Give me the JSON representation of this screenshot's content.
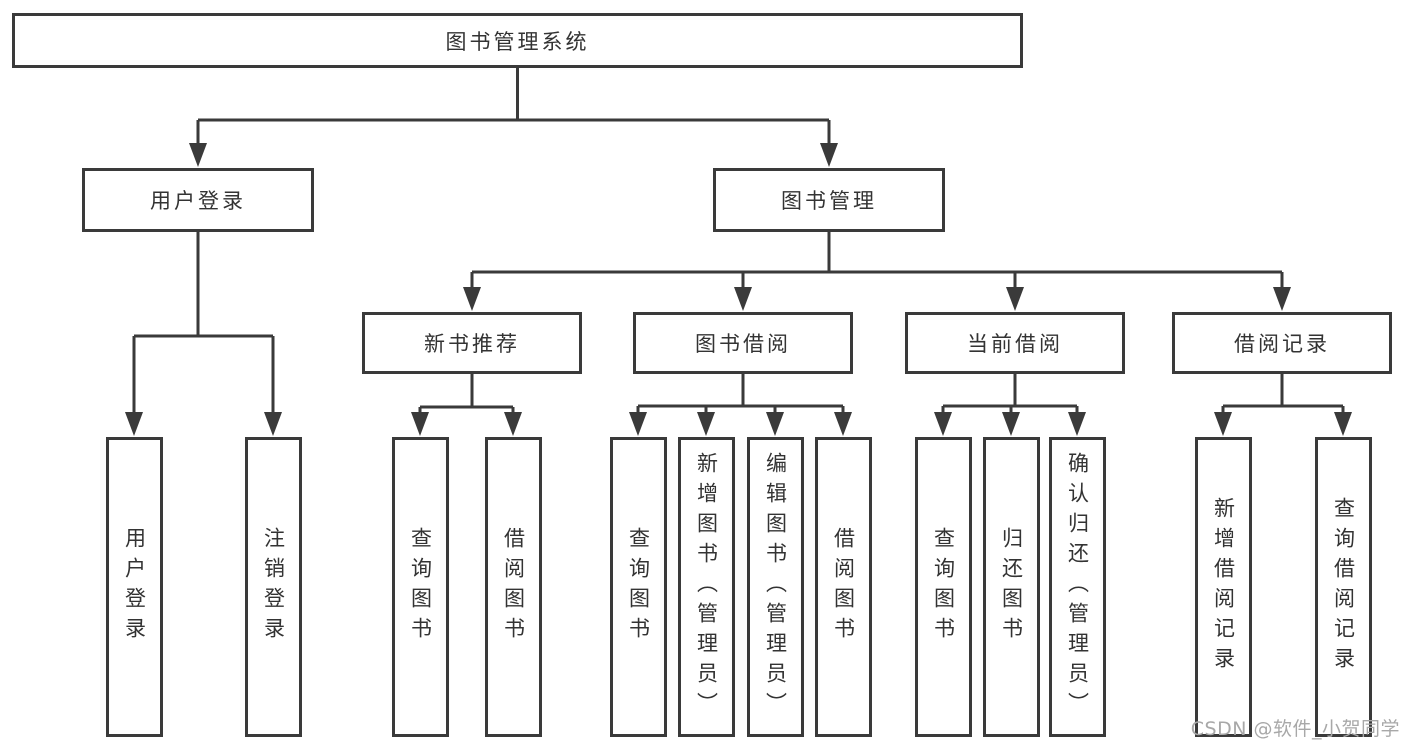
{
  "tree": {
    "root": {
      "label": "图书管理系统"
    },
    "level2": {
      "user_login": {
        "label": "用户登录"
      },
      "book_management": {
        "label": "图书管理"
      }
    },
    "level3": {
      "new_book_recommend": {
        "label": "新书推荐"
      },
      "book_borrow": {
        "label": "图书借阅"
      },
      "current_borrow": {
        "label": "当前借阅"
      },
      "borrow_records": {
        "label": "借阅记录"
      }
    },
    "leaves": {
      "user_login_children": [
        "用户登录",
        "注销登录"
      ],
      "new_book_recommend_children": [
        "查询图书",
        "借阅图书"
      ],
      "book_borrow_children": [
        "查询图书",
        "新增图书（管理员）",
        "编辑图书（管理员）",
        "借阅图书"
      ],
      "current_borrow_children": [
        "查询图书",
        "归还图书",
        "确认归还（管理员）"
      ],
      "borrow_records_children": [
        "新增借阅记录",
        "查询借阅记录"
      ]
    }
  },
  "watermark": {
    "text": "CSDN @软件_小贺同学"
  },
  "colors": {
    "line": "#3a3a3a",
    "box_border": "#3a3a3a",
    "text": "#333333",
    "background": "#ffffff",
    "watermark": "#a8a8a8"
  }
}
